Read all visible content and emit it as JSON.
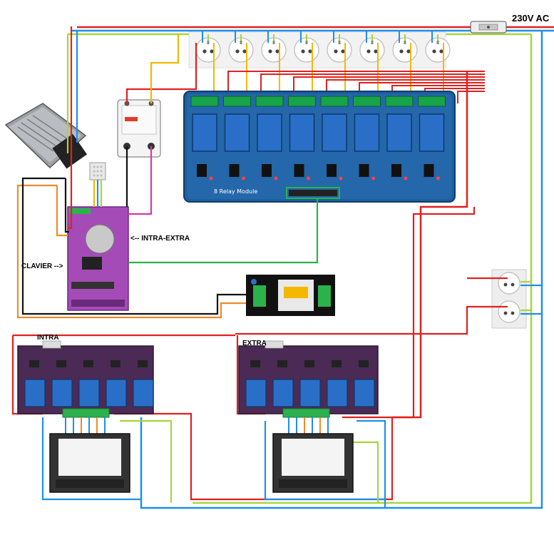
{
  "labels": {
    "ac_supply": "230V AC",
    "controller_note": "<-- INTRA-EXTRA",
    "keypad_note": "CLAVIER -->",
    "board_intra": "INTRA",
    "board_extra": "EXTRA",
    "relay_module": "8 Relay Module"
  },
  "colors": {
    "phase": "#e0211f",
    "neutral": "#1e90e6",
    "earth": "#a6d53c",
    "signal_yellow": "#f5b800",
    "signal_green": "#2bb24c",
    "signal_orange": "#f08a2a",
    "signal_black": "#111111",
    "signal_magenta": "#d63aa8",
    "relay_board": "#1d5f9e",
    "relay_block": "#2a6fc7",
    "controller_board": "#a54bb8",
    "sub_board": "#4b2a55"
  },
  "counts": {
    "main_relays": 8,
    "main_sockets": 8,
    "side_sockets": 2,
    "sub_board_relays": 5
  }
}
